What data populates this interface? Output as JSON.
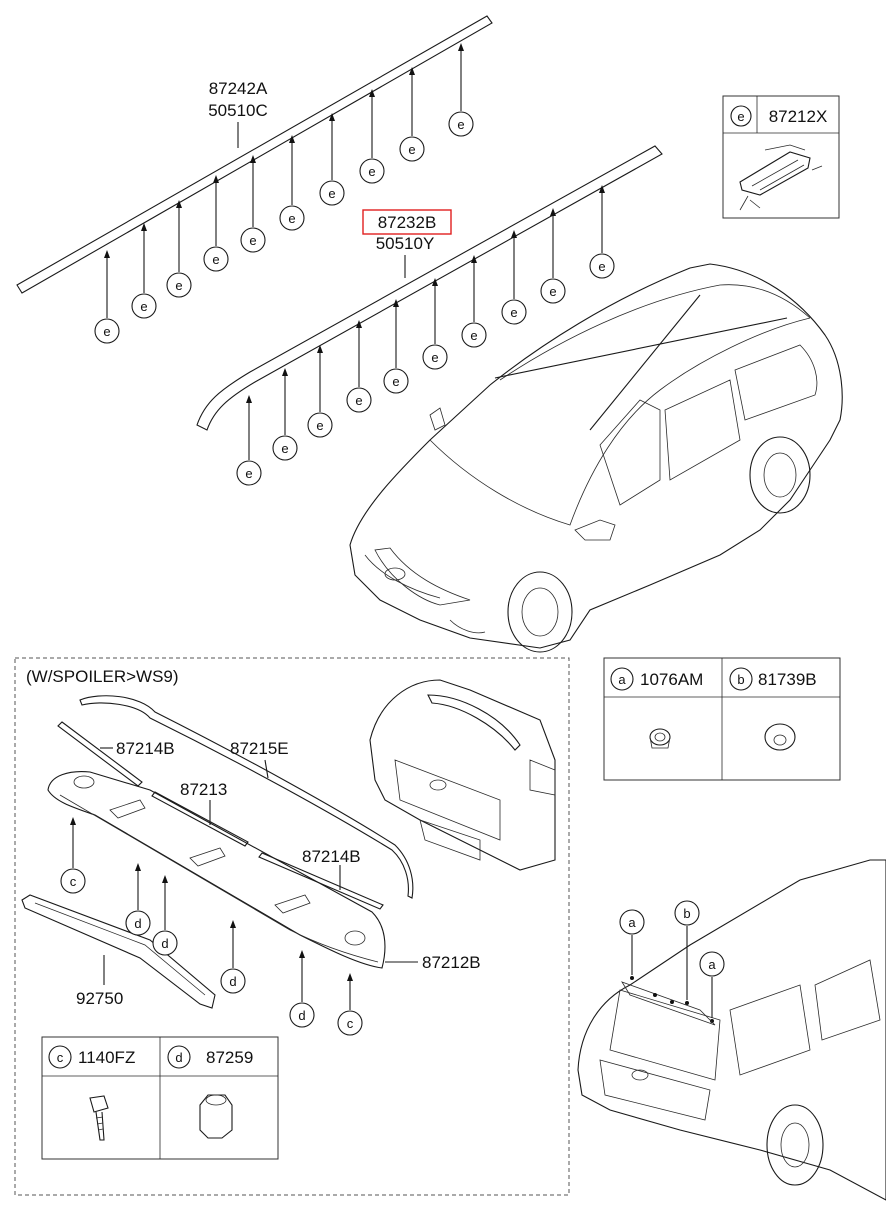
{
  "diagram": {
    "labels": {
      "roof_rail_left": [
        "87242A",
        "50510C"
      ],
      "roof_rail_right": [
        "87232B",
        "50510Y"
      ],
      "clip_box": "87212X",
      "spoiler_title": "(W/SPOILER>WS9)",
      "p87214B_a": "87214B",
      "p87215E": "87215E",
      "p87213": "87213",
      "p87214B_b": "87214B",
      "p87212B": "87212B",
      "p92750": "92750",
      "legend_a": "1076AM",
      "legend_b": "81739B",
      "legend_c": "1140FZ",
      "legend_d": "87259"
    },
    "callout_letters": {
      "e": "e",
      "c": "c",
      "d": "d",
      "a": "a",
      "b": "b"
    },
    "highlight": {
      "part": "87232B",
      "color": "#e02020"
    }
  }
}
